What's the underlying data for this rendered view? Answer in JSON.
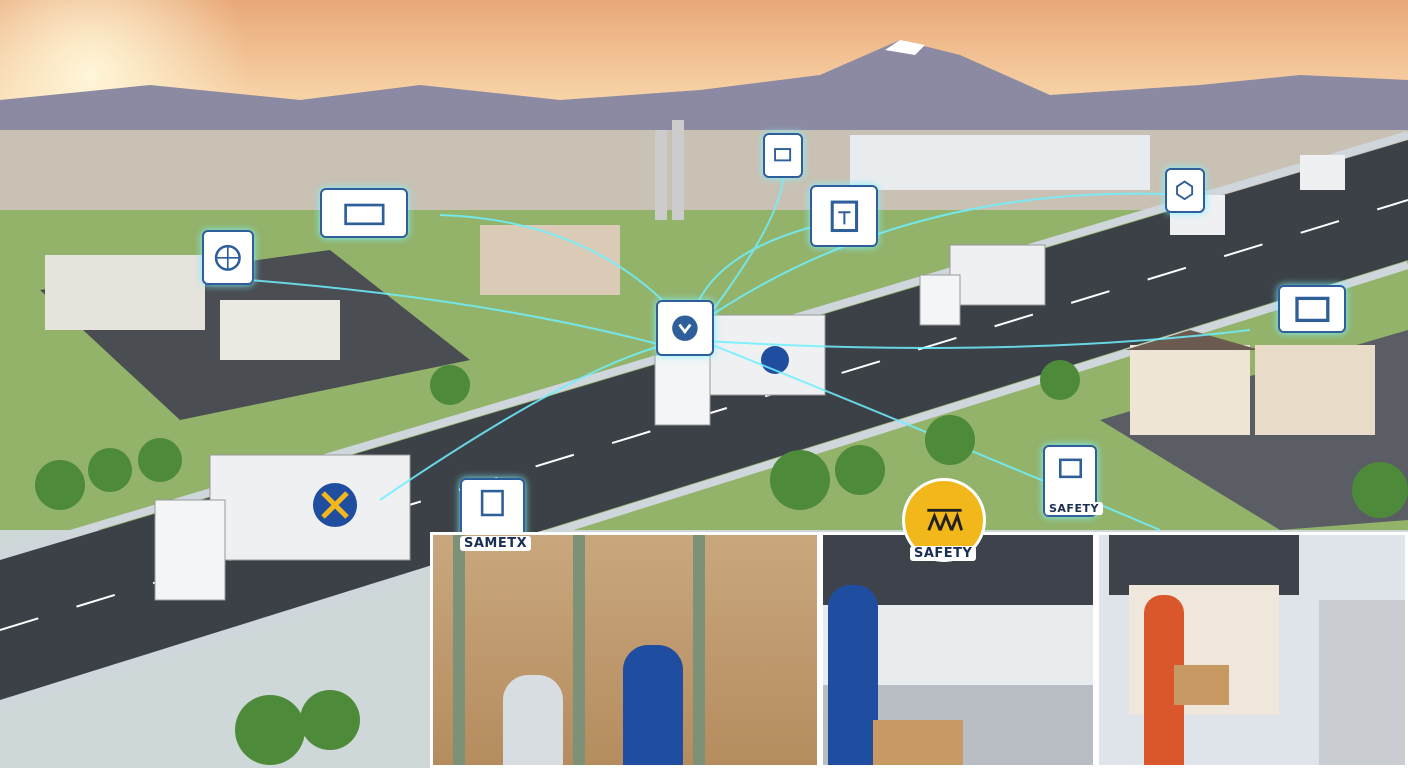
{
  "labels": {
    "warehouse_badge": "SAMETX",
    "center_badge": "SAFETY",
    "right_badge": "SAFETY"
  },
  "colors": {
    "sky_top": "#f3b785",
    "sky_horizon": "#fbe3b8",
    "road": "#3c4047",
    "glow": "#6ff0ff",
    "brand": "#1f4ea0",
    "safety_yellow": "#f2b81b"
  }
}
